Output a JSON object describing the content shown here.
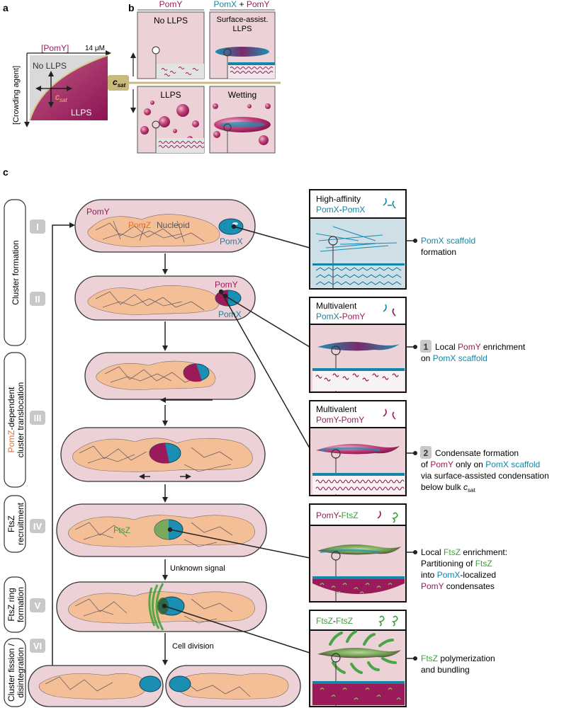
{
  "colors": {
    "pomy": "#9b1b5a",
    "pomx": "#1386a8",
    "pomz": "#e2702e",
    "ftsz": "#39a03a",
    "cell_fill": "#ecd2d6",
    "panel_blue": "#cfdfe8",
    "csat_line": "#c9b97a",
    "stage_badge": "#c8c8c8"
  },
  "panel_a": {
    "label": "a",
    "pomy_axis": "[PomY]",
    "conc_max": "14 μM",
    "crowding_axis": "[Crowding agent]",
    "no_llps": "No LLPS",
    "llps": "LLPS",
    "csat_main": "c",
    "csat_sub": "sat"
  },
  "panel_b": {
    "label": "b",
    "col1_header": "PomY",
    "col2_header_x": "PomX",
    "col2_header_plus": " + ",
    "col2_header_y": "PomY",
    "csat_main": "c",
    "csat_sub": "sat",
    "box_no_llps": "No LLPS",
    "box_surface_1": "Surface-assist.",
    "box_surface_2": "LLPS",
    "box_llps": "LLPS",
    "box_wetting": "Wetting"
  },
  "panel_c": {
    "label": "c",
    "side_labels": {
      "cluster_formation": "Cluster formation",
      "translocation_colored": "PomZ",
      "translocation_rest": "-dependent",
      "translocation_line2": "cluster translocation",
      "ftsz_recruit_1": "FtsZ",
      "ftsz_recruit_2": "recruitment",
      "ring_1": "FtsZ ring",
      "ring_2": "formation",
      "fission_1": "Cluster fission /",
      "fission_2": "disintegration"
    },
    "stages": [
      "I",
      "II",
      "III",
      "IV",
      "V",
      "VI"
    ],
    "cell_labels": {
      "pomy": "PomY",
      "pomz": "PomZ",
      "nucleoid": "Nucleoid",
      "pomx": "PomX",
      "pomy2": "PomY",
      "pomx2": "PomX",
      "ftsz": "FtsZ"
    },
    "arrow_labels": {
      "unknown_signal": "Unknown signal",
      "cell_division": "Cell division"
    },
    "boxes": [
      {
        "title_1": "High-affinity",
        "title_2_a": "PomX",
        "title_2_sep": "-",
        "title_2_b": "PomX",
        "note_a_colored": "PomX scaffold",
        "note_b": "formation"
      },
      {
        "title_1": "Multivalent",
        "title_2_a": "PomX",
        "title_2_sep": "-",
        "title_2_b": "PomY",
        "num": "1",
        "note_1a": "Local ",
        "note_1b": "PomY",
        "note_1c": " enrichment",
        "note_2a": "on ",
        "note_2b": "PomX scaffold"
      },
      {
        "title_1": "Multivalent",
        "title_2_a": "PomY",
        "title_2_sep": "-",
        "title_2_b": "PomY",
        "num": "2",
        "note_1": "Condensate formation",
        "note_2a": "of ",
        "note_2b": "PomY",
        "note_2c": " only on ",
        "note_2d": "PomX scaffold",
        "note_3": "via surface-assisted condensation",
        "note_4a": "below bulk ",
        "note_4b": "c",
        "note_4c": "sat"
      },
      {
        "title_a": "PomY",
        "title_sep": "-",
        "title_b": "FtsZ",
        "note_1": "Local ",
        "note_1b": "FtsZ",
        "note_1c": " enrichment:",
        "note_2a": "Partitioning of ",
        "note_2b": "FtsZ",
        "note_3a": "into ",
        "note_3b": "PomX",
        "note_3c": "-localized",
        "note_4a": "PomY",
        "note_4b": " condensates"
      },
      {
        "title_a": "FtsZ",
        "title_sep": "-",
        "title_b": "FtsZ",
        "note_1a": "FtsZ",
        "note_1b": " polymerization",
        "note_2": "and bundling"
      }
    ]
  }
}
